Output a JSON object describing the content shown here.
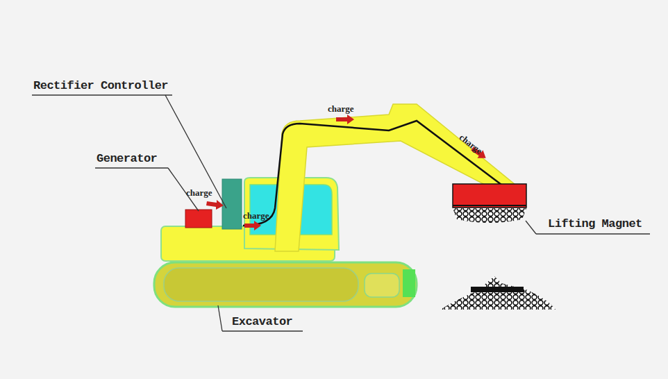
{
  "diagram": {
    "labels": [
      "Rectifier Controller",
      "Generator",
      "charge",
      "charge",
      "charge",
      "charge",
      "Lifting Magnet",
      "Excavator"
    ]
  }
}
